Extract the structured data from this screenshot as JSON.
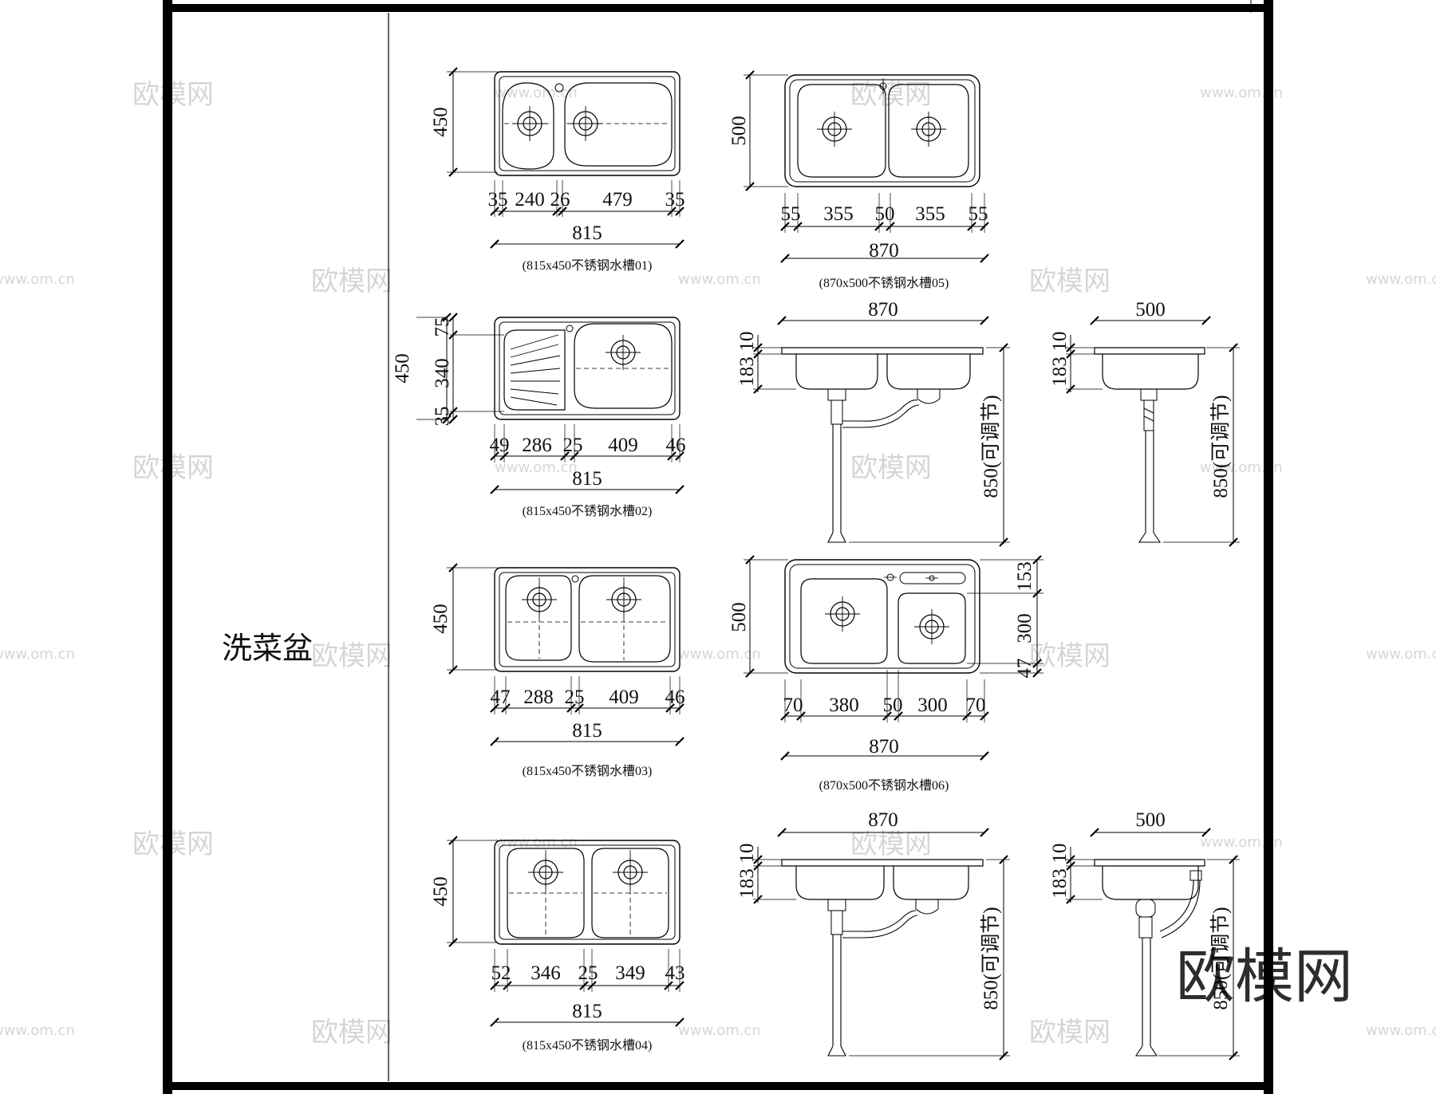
{
  "sheet_title": "洗菜盆",
  "watermark": {
    "logo_text": "欧模网",
    "site_text": "www.om.cn"
  },
  "drawings": {
    "sink01": {
      "height": "450",
      "segments": [
        "35",
        "240",
        "26",
        "479",
        "35"
      ],
      "total": "815",
      "caption": "(815x450不锈钢水槽01)"
    },
    "sink02": {
      "height": "450",
      "height_parts": [
        "75",
        "340",
        "35"
      ],
      "segments": [
        "49",
        "286",
        "25",
        "409",
        "46"
      ],
      "total": "815",
      "caption": "(815x450不锈钢水槽02)"
    },
    "sink03": {
      "height": "450",
      "segments": [
        "47",
        "288",
        "25",
        "409",
        "46"
      ],
      "total": "815",
      "caption": "(815x450不锈钢水槽03)"
    },
    "sink04": {
      "height": "450",
      "segments": [
        "52",
        "346",
        "25",
        "349",
        "43"
      ],
      "total": "815",
      "caption": "(815x450不锈钢水槽04)"
    },
    "sink05": {
      "height": "500",
      "segments": [
        "55",
        "355",
        "50",
        "355",
        "55"
      ],
      "total": "870",
      "caption": "(870x500不锈钢水槽05)"
    },
    "sink06": {
      "height": "500",
      "right_parts": [
        "153",
        "300",
        "47"
      ],
      "segments": [
        "70",
        "380",
        "50",
        "300",
        "70"
      ],
      "total": "870",
      "caption": "(870x500不锈钢水槽06)"
    },
    "front_elevation_a": {
      "width": "870",
      "rim": "10",
      "depth": "183",
      "leg": "850(可调节)"
    },
    "side_elevation_a": {
      "width": "500",
      "rim": "10",
      "depth": "183",
      "leg": "850(可调节)"
    },
    "front_elevation_b": {
      "width": "870",
      "rim": "10",
      "depth": "183",
      "leg": "850(可调节)"
    },
    "side_elevation_b": {
      "width": "500",
      "rim": "10",
      "depth": "183",
      "leg": "850(可调节)"
    }
  }
}
